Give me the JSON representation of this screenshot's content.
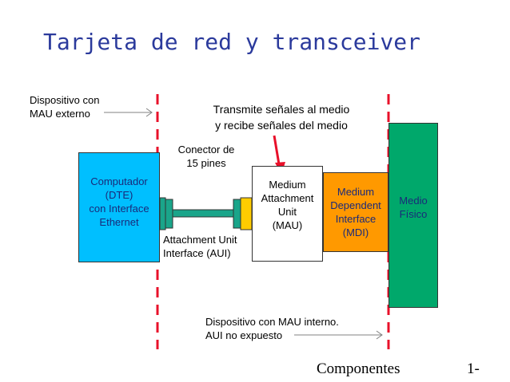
{
  "title": "Tarjeta de red y transceiver",
  "labels": {
    "external_mau_line1": "Dispositivo con",
    "external_mau_line2": "MAU externo",
    "transmit_line1": "Transmite señales al medio",
    "transmit_line2": "y recibe señales del medio",
    "connector_line1": "Conector de",
    "connector_line2": "15 pines",
    "aui_line1": "Attachment Unit",
    "aui_line2": "Interface (AUI)",
    "internal_mau_line1": "Dispositivo con MAU interno.",
    "internal_mau_line2": "AUI no expuesto"
  },
  "boxes": {
    "dte": [
      "Computador",
      "(DTE)",
      "con Interface",
      "Ethernet"
    ],
    "mau": [
      "Medium",
      "Attachment",
      "Unit",
      "(MAU)"
    ],
    "mdi": [
      "Medium",
      "Dependent",
      "Interface",
      "(MDI)"
    ],
    "medio": [
      "Medio",
      "Físico"
    ]
  },
  "footer": {
    "section": "Componentes",
    "page": "1-"
  },
  "colors": {
    "title": "#2b3a9c",
    "dte": "#00bfff",
    "mdi": "#ff9900",
    "medio": "#00a86b",
    "connector": "#1aa58a",
    "connector_plug": "#ffcc00",
    "divider": "#e8102a",
    "pointer": "#e8102a"
  }
}
